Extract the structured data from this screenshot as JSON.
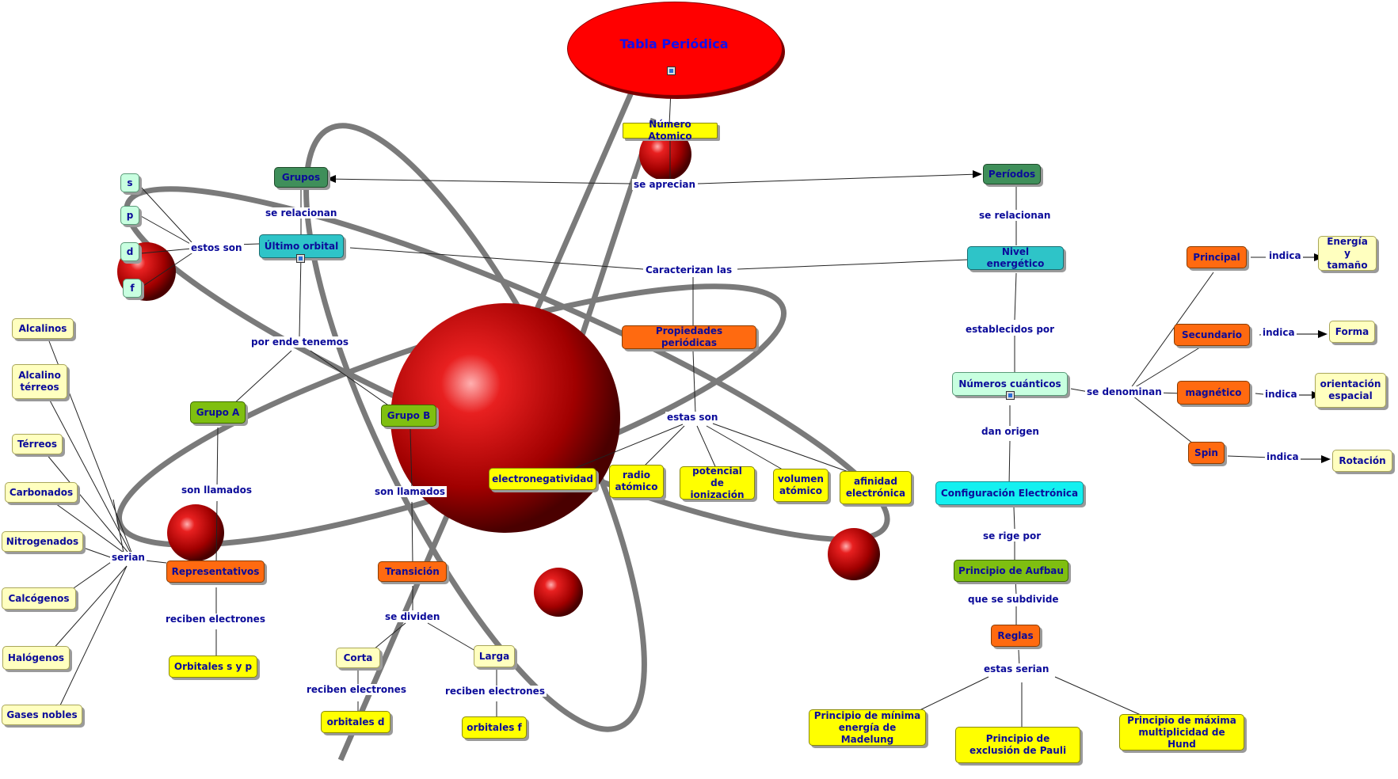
{
  "title": "Tabla Periódica",
  "numero_atomico": "Número Atomico",
  "se_aprecian": "se aprecian",
  "grupos": "Grupos",
  "periodos": "Períodos",
  "se_relacionan_left": "se relacionan",
  "se_relacionan_right": "se relacionan",
  "ultimo_orbital": "Último orbital",
  "nivel_energetico": "Nivel energético",
  "caracterizan_las": "Caracterizan las",
  "estos_son": "estos son",
  "orbitals": [
    "s",
    "p",
    "d",
    "f"
  ],
  "por_ende_tenemos": "por ende tenemos",
  "grupo_a": "Grupo A",
  "grupo_b": "Grupo B",
  "propiedades": "Propiedades periódicas",
  "estas_son": "estas son",
  "properties": [
    "electronegatividad",
    "radio atómico",
    "potencial de ionización",
    "volumen atómico",
    "afinidad electrónica"
  ],
  "son_llamados_a": "son llamados",
  "son_llamados_b": "son llamados",
  "families": [
    "Alcalinos",
    "Alcalino térreos",
    "Térreos",
    "Carbonados",
    "Nitrogenados",
    "Calcógenos",
    "Halógenos",
    "Gases nobles"
  ],
  "serian": "serian",
  "representativos": "Representativos",
  "reciben_electrones_rep": "reciben electrones",
  "orbitales_sp": "Orbitales s y p",
  "transicion": "Transición",
  "se_dividen": "se dividen",
  "corta": "Corta",
  "larga": "Larga",
  "reciben_electrones_corta": "reciben electrones",
  "reciben_electrones_larga": "reciben electrones",
  "orbitales_d": "orbitales d",
  "orbitales_f": "orbitales f",
  "establecidos_por": "establecidos por",
  "numeros_cuanticos": "Números cuánticos",
  "se_denominan": "se denominan",
  "quantum": [
    {
      "name": "Principal",
      "link": "indica",
      "meaning": "Energía y tamaño"
    },
    {
      "name": "Secundario",
      "link": "indica",
      "meaning": "Forma"
    },
    {
      "name": "magnético",
      "link": "indica",
      "meaning": "orientación espacial"
    },
    {
      "name": "Spin",
      "link": "indica",
      "meaning": "Rotación"
    }
  ],
  "dan_origen": "dan origen",
  "configuracion": "Configuración Electrónica",
  "se_rige_por": "se rige por",
  "aufbau": "Principio de Aufbau",
  "que_se_subdivide": "que se subdivide",
  "reglas": "Reglas",
  "estas_serian": "estas serian",
  "rules": [
    "Principio de mínima energía de Madelung",
    "Principio de exclusión de Pauli",
    "Principio de máxima multiplicidad de Hund"
  ],
  "colors": {
    "title": "#ff0000",
    "text": "#0b0b9a",
    "sphere": "#c00000"
  }
}
